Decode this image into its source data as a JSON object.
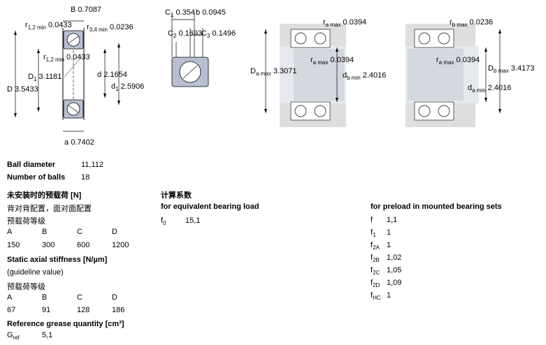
{
  "drawing1": {
    "B_label": "B",
    "B_value": "0.7087",
    "r12min_label": "r",
    "r12min_sub": "1,2 min",
    "r12min_value": "0.0433",
    "r34min_label": "r",
    "r34min_sub": "3,4 min",
    "r34min_value": "0.0236",
    "r12min_b_label": "r",
    "r12min_b_sub": "1,2 min",
    "r12min_b_value": "0.0433",
    "D1_label": "D",
    "D1_sub": "1",
    "D1_value": "3.1181",
    "d_label": "d",
    "d_value": "2.1654",
    "D_label": "D",
    "D_value": "3.5433",
    "d1_label": "d",
    "d1_sub": "1",
    "d1_value": "2.5906",
    "a_label": "a",
    "a_value": "0.7402"
  },
  "drawing2": {
    "C1_label": "C",
    "C1_sub": "1",
    "C1_value": "0.354",
    "b_label": "b",
    "b_value": "0.0945",
    "C2_label": "C",
    "C2_sub": "2",
    "C2_value": "0.1693",
    "C3_label": "C",
    "C3_sub": "3",
    "C3_value": "0.1496"
  },
  "drawing3": {
    "ramax_top_label": "r",
    "ramax_top_sub": "a max",
    "ramax_top_value": "0.0394",
    "ramax_mid_label": "r",
    "ramax_mid_sub": "a max",
    "ramax_mid_value": "0.0394",
    "Damax_label": "D",
    "Damax_sub": "a max",
    "Damax_value": "3.3071",
    "dbmin_label": "d",
    "dbmin_sub": "b min",
    "dbmin_value": "2.4016"
  },
  "drawing4": {
    "rbmax_label": "r",
    "rbmax_sub": "b max",
    "rbmax_value": "0.0236",
    "ramax_label": "r",
    "ramax_sub": "a max",
    "ramax_value": "0.0394",
    "Dbmax_label": "D",
    "Dbmax_sub": "b max",
    "Dbmax_value": "3.4173",
    "damin_label": "d",
    "damin_sub": "a min",
    "damin_value": "2.4016"
  },
  "specs": {
    "ball_diameter_label": "Ball diameter",
    "ball_diameter_value": "11,112",
    "number_of_balls_label": "Number of balls",
    "number_of_balls_value": "18",
    "preload_heading": "未安装时的预载荷 [N]",
    "preload_arrangement": "背对背配置，面对面配置",
    "preload_class_label": "预载荷等级",
    "preload_table": {
      "headers": [
        "A",
        "B",
        "C",
        "D"
      ],
      "values": [
        "150",
        "300",
        "600",
        "1200"
      ]
    },
    "stiffness_heading": "Static axial stiffness [N/µm]",
    "stiffness_note": "(guideline value)",
    "stiffness_class_label": "预载荷等级",
    "stiffness_table": {
      "headers": [
        "A",
        "B",
        "C",
        "D"
      ],
      "values": [
        "67",
        "91",
        "128",
        "186"
      ]
    },
    "grease_heading": "Reference grease quantity [cm³]",
    "gref_label": "G",
    "gref_sub": "ref",
    "gref_value": "5,1"
  },
  "calc": {
    "heading": "计算系数",
    "subheading": "for equivalent bearing load",
    "f0_label": "f",
    "f0_sub": "0",
    "f0_value": "15,1"
  },
  "preload_sets": {
    "heading": "for preload in mounted bearing sets",
    "rows": [
      {
        "label": "f",
        "sub": "",
        "value": "1,1"
      },
      {
        "label": "f",
        "sub": "1",
        "value": "1"
      },
      {
        "label": "f",
        "sub": "2A",
        "value": "1"
      },
      {
        "label": "f",
        "sub": "2B",
        "value": "1,02"
      },
      {
        "label": "f",
        "sub": "2C",
        "value": "1,05"
      },
      {
        "label": "f",
        "sub": "2D",
        "value": "1,09"
      },
      {
        "label": "f",
        "sub": "HC",
        "value": "1"
      }
    ]
  },
  "colors": {
    "steel": "#b7bfd0",
    "housing": "#dedede",
    "shaft": "#d8d8d8",
    "line": "#000000"
  }
}
